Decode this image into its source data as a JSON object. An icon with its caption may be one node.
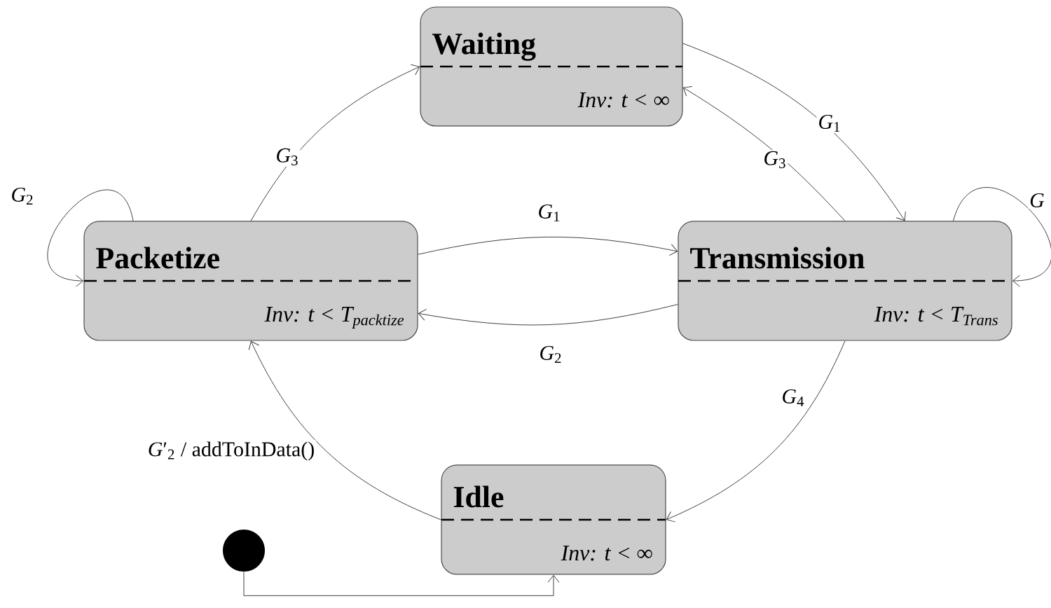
{
  "diagram": {
    "nodes": [
      {
        "text": [
          "Waiting",
          "Inv: t < ∞"
        ]
      },
      {
        "text": [
          "Packetize",
          "Inv:  t < T$_{packtize}$"
        ]
      },
      {
        "text": [
          "Transmission",
          "Inv:  t < T$_{Trans}$"
        ]
      },
      {
        "text": [
          "Idle",
          "Inv: t < ∞"
        ]
      },
      {
        "text": [],
        "shape": "circle"
      }
    ],
    "edges": [
      {
        "from": 0,
        "to": 2,
        "arrow": "to",
        "label": "*G*$_{1}$"
      },
      {
        "from": 2,
        "to": 0,
        "arrow": "to",
        "label": "*G*$_{3}$"
      },
      {
        "from": 1,
        "to": 0,
        "arrow": "to",
        "label": "*G*$_{3}$"
      },
      {
        "from": 1,
        "to": 1,
        "arrow": "to",
        "label": "*G*$_{2}$"
      },
      {
        "from": 1,
        "to": 2,
        "arrow": "to",
        "label": "*G*$_{1}$"
      },
      {
        "from": 2,
        "to": 1,
        "arrow": "to",
        "label": "*G*$_{2}$"
      },
      {
        "from": 2,
        "to": 2,
        "arrow": "to",
        "label": "*G*"
      },
      {
        "from": 2,
        "to": 3,
        "arrow": "to",
        "label": "*G*$_{4}$"
      },
      {
        "from": 3,
        "to": 1,
        "arrow": "to",
        "label": "*G*′$_{2}$ / addToInData()"
      },
      {
        "from": 4,
        "to": 3,
        "arrow": "to"
      }
    ]
  }
}
